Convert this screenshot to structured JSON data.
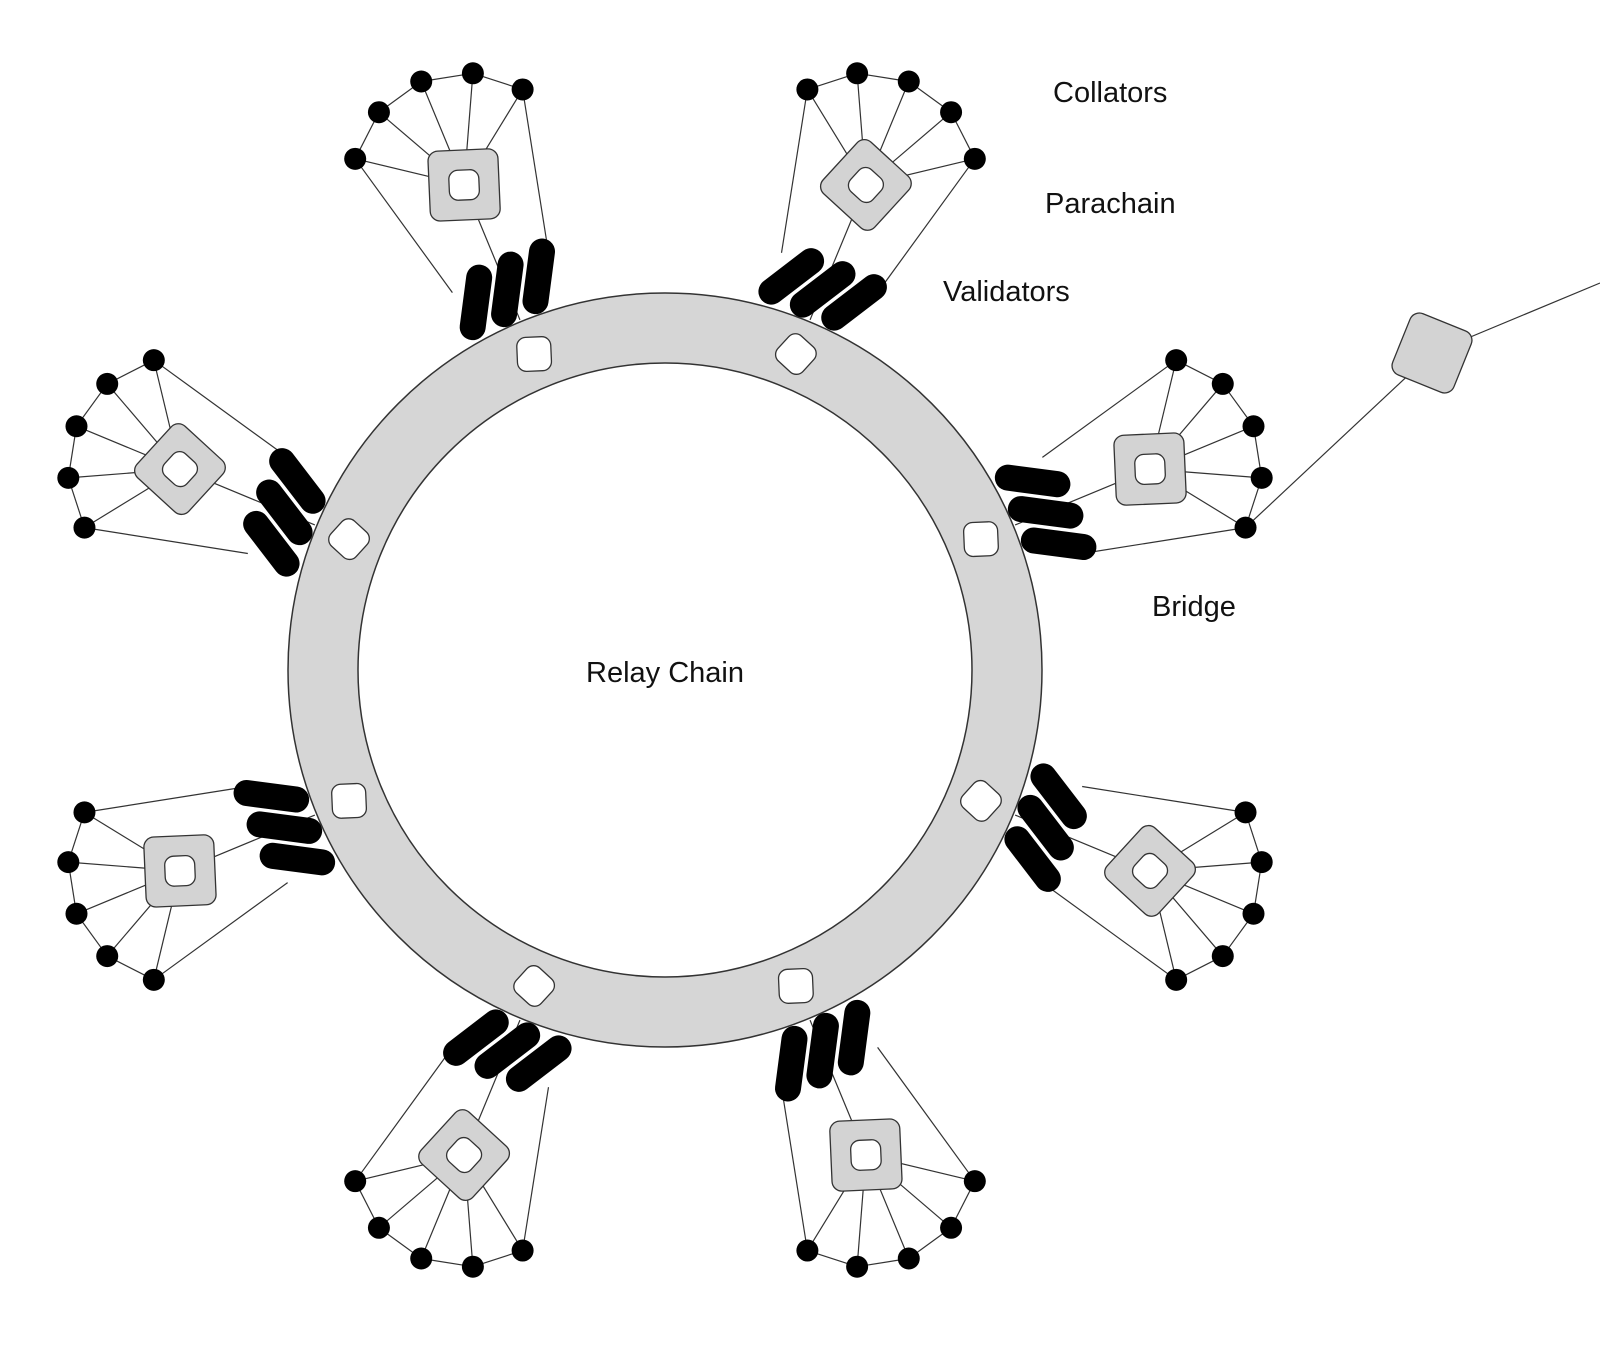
{
  "labels": {
    "collators": "Collators",
    "parachain": "Parachain",
    "validators": "Validators",
    "bridge": "Bridge",
    "relay_chain": "Relay Chain"
  },
  "colors": {
    "ring_fill": "#d6d6d6",
    "node_fill": "#d3d3d3",
    "stroke": "#333333",
    "validator": "#000000",
    "collator": "#000000",
    "background": "#ffffff"
  },
  "counts": {
    "parachains": 8,
    "ring_slots": 8,
    "validators_per_parachain": 3,
    "collators_per_parachain": 5,
    "bridges": 1
  }
}
